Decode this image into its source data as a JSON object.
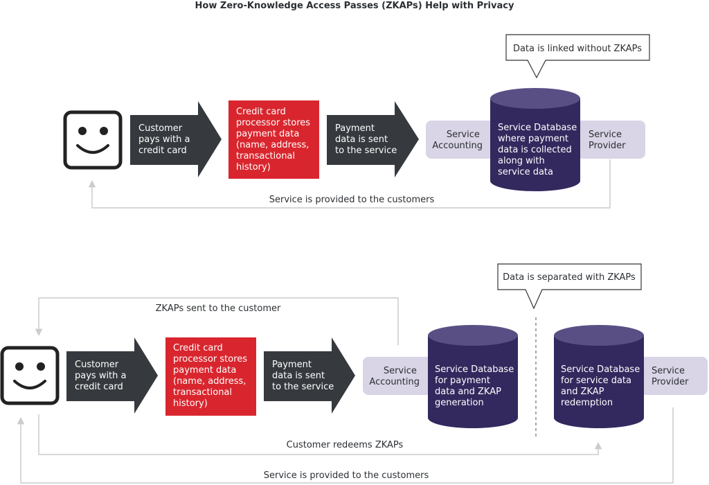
{
  "title": "How Zero-Knowledge Access Passes (ZKAPs) Help with Privacy",
  "colors": {
    "arrow": "#363a3f",
    "processor": "#d9262e",
    "database": "#33295e",
    "database_top": "#5a4f85",
    "pill": "#d9d4e6",
    "connector": "#cccccc",
    "text_dark": "#2b2f33"
  },
  "top": {
    "callout": "Data is linked without ZKAPs",
    "customer_pays": [
      "Customer",
      "pays with a",
      "credit card"
    ],
    "processor": [
      "Credit card",
      "processor stores",
      "payment data",
      "(name, address,",
      "transactional",
      "history)"
    ],
    "payment_sent": [
      "Payment",
      "data is sent",
      "to the service"
    ],
    "service_accounting": [
      "Service",
      "Accounting"
    ],
    "database": [
      "Service Database",
      "where payment",
      "data is collected",
      "along with",
      "service data"
    ],
    "service_provider": [
      "Service",
      "Provider"
    ],
    "service_provided": "Service is provided to the customers"
  },
  "bottom": {
    "callout": "Data is separated with ZKAPs",
    "zkaps_sent": "ZKAPs sent to the customer",
    "customer_pays": [
      "Customer",
      "pays with a",
      "credit card"
    ],
    "processor": [
      "Credit card",
      "processor stores",
      "payment data",
      "(name, address,",
      "transactional",
      "history)"
    ],
    "payment_sent": [
      "Payment",
      "data is sent",
      "to the service"
    ],
    "service_accounting": [
      "Service",
      "Accounting"
    ],
    "db_payment": [
      "Service Database",
      "for payment",
      "data and ZKAP",
      "generation"
    ],
    "db_service": [
      "Service Database",
      "for service data",
      "and ZKAP",
      "redemption"
    ],
    "service_provider": [
      "Service",
      "Provider"
    ],
    "customer_redeems": "Customer redeems ZKAPs",
    "service_provided": "Service is provided to the customers"
  }
}
